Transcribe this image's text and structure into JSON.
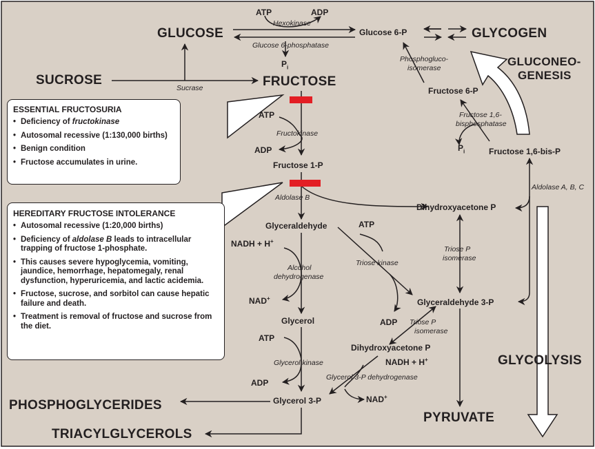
{
  "labels": {
    "atp_top": "ATP",
    "adp_top": "ADP",
    "hexokinase": "Hexokinase",
    "glucose": "GLUCOSE",
    "glucose6p": "Glucose 6-P",
    "glycogen": "GLYCOGEN",
    "g6pase": "Glucose 6-phosphatase",
    "pi_top": "P",
    "pi_sub": "i",
    "sucrose": "SUCROSE",
    "sucrase": "Sucrase",
    "fructose": "FRUCTOSE",
    "phosphogluco_1": "Phosphogluco-",
    "phosphogluco_2": "isomerase",
    "gluconeo_1": "GLUCONEO-",
    "gluconeo_2": "GENESIS",
    "fructose6p": "Fructose 6-P",
    "f16bpase_1": "Fructose 1,6-",
    "f16bpase_2": "bisphosphatase",
    "pi_right": "P",
    "pi_right_sub": "i",
    "fructose16bisp": "Fructose 1,6-bis-P",
    "atp_fk": "ATP",
    "fructokinase": "Fructokinase",
    "adp_fk": "ADP",
    "fructose1p": "Fructose 1-P",
    "aldolaseB": "Aldolase B",
    "aldolaseABC": "Aldolase A, B, C",
    "dhap": "Dihydroxyacetone P",
    "glyceraldehyde": "Glyceraldehyde",
    "atp_tk": "ATP",
    "nadh": "NADH + H",
    "nadh_sup": "+",
    "alcohol_dh_1": "Alcohol",
    "alcohol_dh_2": "dehydrogenase",
    "triose_kinase": "Triose kinase",
    "triose_iso_right_1": "Triose P",
    "triose_iso_right_2": "isomerase",
    "nad": "NAD",
    "nad_sup": "+",
    "g3p": "Glyceraldehyde 3-P",
    "glycerol": "Glycerol",
    "adp_tk": "ADP",
    "triose_iso_mid_1": "Triose P",
    "triose_iso_mid_2": "isomerase",
    "dhap2": "Dihydroxyacetone P",
    "atp_gk": "ATP",
    "nadh2": "NADH + H",
    "nadh2_sup": "+",
    "glycerol_kinase": "Glycerol kinase",
    "glycerol3p_dh": "Glycerol 3-P dehydrogenase",
    "glycolysis": "GLYCOLYSIS",
    "adp_gk": "ADP",
    "phosphoglycerides": "PHOSPHOGLYCERIDES",
    "glycerol3p": "Glycerol 3-P",
    "nad2": "NAD",
    "nad2_sup": "+",
    "pyruvate": "PYRUVATE",
    "triacylglycerols": "TRIACYLGLYCEROLS"
  },
  "box1": {
    "title": "ESSENTIAL FRUCTOSURIA",
    "b1_pre": "Deficiency of ",
    "b1_em": "fructokinase",
    "b2": "Autosomal recessive (1:130,000 births)",
    "b3": "Benign condition",
    "b4": "Fructose accumulates in urine."
  },
  "box2": {
    "title": "HEREDITARY FRUCTOSE INTOLERANCE",
    "b1": "Autosomal recessive (1:20,000 births)",
    "b2_pre": "Deficiency of ",
    "b2_em": "aldolase B",
    "b2_post": " leads to intracellular trapping of fructose 1-phosphate.",
    "b3": "This causes severe hypoglycemia, vomiting, jaundice, hemorrhage, hepatomegaly, renal dysfunction, hyperuricemia, and lactic acidemia.",
    "b4": "Fructose, sucrose, and sorbitol can cause hepatic failure and death.",
    "b5": "Treatment is removal of fructose and sucrose from the diet."
  },
  "colors": {
    "background": "#d9d0c6",
    "ink": "#231f20",
    "block": "#e31e24",
    "white_arrow": "#ffffff"
  }
}
